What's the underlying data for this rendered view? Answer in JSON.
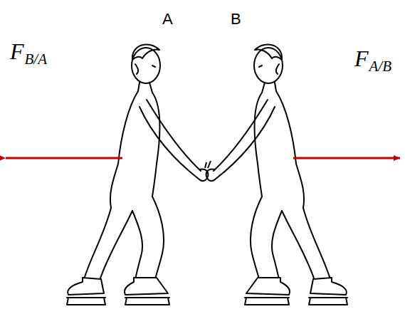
{
  "diagram": {
    "labels": [
      "A",
      "B",
      "F",
      "B/A",
      "F",
      "A/B"
    ]
  }
}
